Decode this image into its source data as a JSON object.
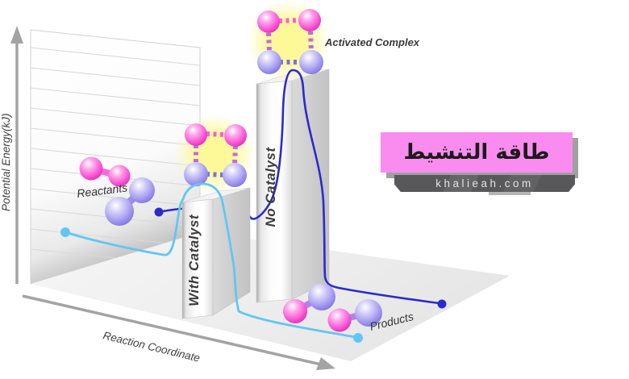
{
  "title_banner": {
    "text": "طاقة التنشيط",
    "site": "khalieah.com",
    "banner_color": "#fa8cf0",
    "bar_color": "#58585b"
  },
  "axes": {
    "y_label": "Potential Energy(kJ)",
    "x_label": "Reaction Coordinate"
  },
  "labels": {
    "reactants": "Reactants",
    "products": "Products",
    "activated_complex": "Activated Complex"
  },
  "pillars": [
    {
      "label": "With Catalyst"
    },
    {
      "label": "No Catalyst"
    }
  ],
  "curves": [
    {
      "name": "no-catalyst-path",
      "color": "#2a2ace"
    },
    {
      "name": "with-catalyst-path",
      "color": "#62c6f2"
    }
  ],
  "icon_colors": {
    "glow": "#fdf996",
    "pink_sphere": "#f24cce",
    "purple_sphere": "#8d82e6"
  }
}
